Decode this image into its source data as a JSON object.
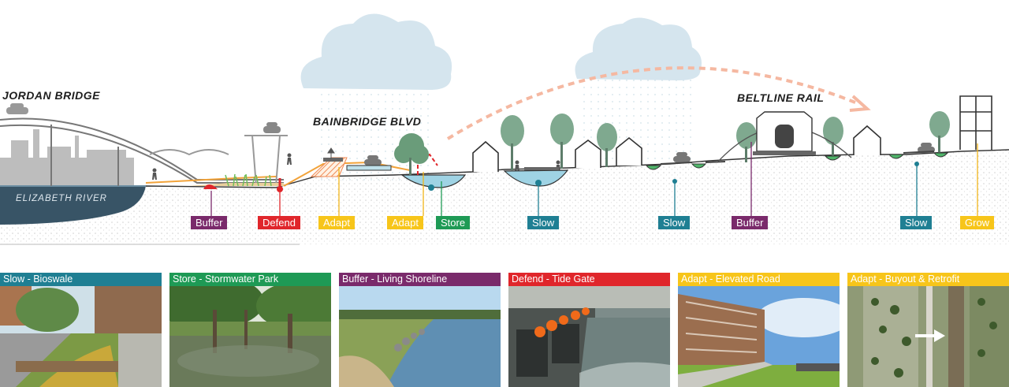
{
  "places": {
    "jordan_bridge": "JORDAN BRIDGE",
    "elizabeth_river": "ELIZABETH RIVER",
    "bainbridge_blvd": "BAINBRIDGE BLVD",
    "beltline_rail": "BELTLINE RAIL"
  },
  "colors": {
    "slow": "#1f7f93",
    "store": "#1e9a55",
    "buffer": "#7a2a6b",
    "defend": "#e0262b",
    "adapt": "#f7c51a",
    "grow": "#f7c51a"
  },
  "strategy_tags": [
    {
      "label": "Buffer",
      "type": "buffer"
    },
    {
      "label": "Defend",
      "type": "defend"
    },
    {
      "label": "Adapt",
      "type": "adapt"
    },
    {
      "label": "Adapt",
      "type": "adapt"
    },
    {
      "label": "Store",
      "type": "store"
    },
    {
      "label": "Slow",
      "type": "slow"
    },
    {
      "label": "Slow",
      "type": "slow"
    },
    {
      "label": "Buffer",
      "type": "buffer"
    },
    {
      "label": "Slow",
      "type": "slow"
    },
    {
      "label": "Grow",
      "type": "grow"
    }
  ],
  "photos": [
    {
      "title": "Slow - Bioswale",
      "type": "slow"
    },
    {
      "title": "Store - Stormwater Park",
      "type": "store"
    },
    {
      "title": "Buffer - Living Shoreline",
      "type": "buffer"
    },
    {
      "title": "Defend - Tide Gate",
      "type": "defend"
    },
    {
      "title": "Adapt - Elevated Road",
      "type": "adapt"
    },
    {
      "title": "Adapt - Buyout & Retrofit",
      "type": "adapt"
    }
  ]
}
